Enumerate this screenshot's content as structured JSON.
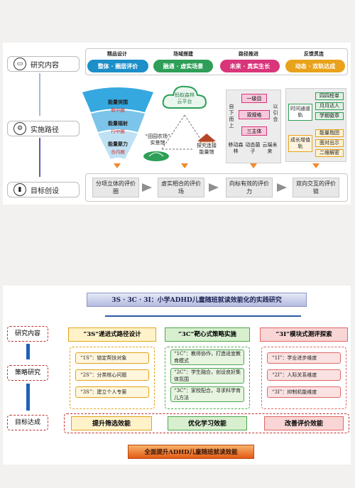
{
  "top": {
    "rows": [
      "研究内容",
      "实施路径",
      "目标创设"
    ],
    "headers": [
      {
        "tag": "精品设计",
        "bar": "整体 · 圈层评价",
        "color": "#1c8ec8"
      },
      {
        "tag": "场域搭建",
        "bar": "融通 · 虚实场景",
        "color": "#2e9e58"
      },
      {
        "tag": "路径推进",
        "bar": "未来 · 真实生长",
        "color": "#d8357a"
      },
      {
        "tag": "反馈贯连",
        "bar": "动态 · 双轨达成",
        "color": "#e8a21c"
      }
    ],
    "circles": [
      {
        "t": "能量突围",
        "r": "联中圈"
      },
      {
        "t": "能量辐射",
        "r": "行中圈"
      },
      {
        "t": "能量聚力",
        "r": "合内圈"
      }
    ],
    "cloud": {
      "t": "蚂蚁森林",
      "s": "云平台"
    },
    "farm": {
      "t": "“田园农场”",
      "s": "实景馆"
    },
    "house": {
      "t": "探究连接",
      "s": "能量馆"
    },
    "ladder": [
      "一级目",
      "双规格",
      "三主体"
    ],
    "side_left": "自下而上",
    "side_right": "以引合",
    "bottom3": [
      "移动森林",
      "动态菌子",
      "云端未来"
    ],
    "timeline": "时间通道轨",
    "growth": "成长增值轨",
    "t_items": [
      "四四榜单",
      "月月达人",
      "学期徽章"
    ],
    "g_items": [
      "能量抱团",
      "面对出示",
      "二维解密"
    ],
    "goals": [
      "分项立体的评价圈",
      "虚实相合的评价场",
      "向标有效的评价力",
      "双向交互的评价链"
    ]
  },
  "bottom": {
    "title": "3S · 3C · 3I：小学ADHD儿童随班就读效能化的实践研究",
    "rows": [
      "研究内容",
      "策略研究",
      "目标达成"
    ],
    "cols": [
      {
        "head": "“3S”递进式路径设计",
        "items": [
          "“1S”：锁定帮扶对象",
          "“2S”：分类核心问题",
          "“3S”：建立个人专案"
        ],
        "goal": "提升筛选效能"
      },
      {
        "head": "“3C”靶心式策略实施",
        "items": [
          "“1C”：教师协作，打造适宜教育模式",
          "“2C”：学生融合，创设良好集体氛围",
          "“3C”：家校配合，寻求科学育儿方法"
        ],
        "goal": "优化学习效能"
      },
      {
        "head": "“3I”模块式测评探索",
        "items": [
          "“1I”：学业进步维度",
          "“2I”：人际关系维度",
          "“3I”：抑制机能维度"
        ],
        "goal": "改善评价效能"
      }
    ],
    "footer": "全面提升ADHD儿童随班就读效能"
  }
}
